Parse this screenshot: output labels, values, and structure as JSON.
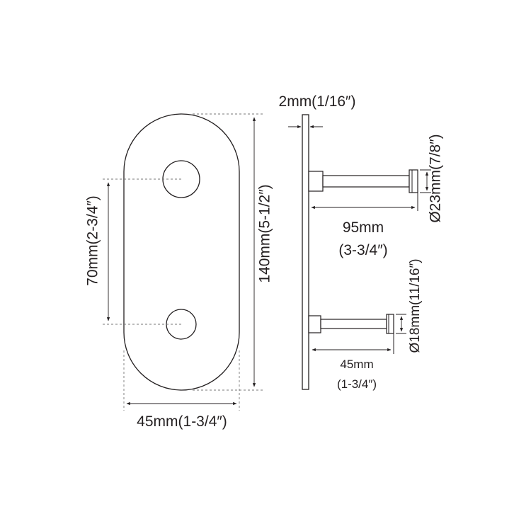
{
  "dimensions": {
    "plate_thickness": "2mm(1/16″)",
    "rod_diameter_large": "Ø23mm(7/8″)",
    "rod_length_large": "95mm",
    "rod_length_large_imperial": "(3-3/4″)",
    "plate_height": "140mm(5-1/2″)",
    "hole_spacing": "70mm(2-3/4″)",
    "rod_diameter_small": "Ø18mm(11/16″)",
    "rod_length_small": "45mm",
    "rod_length_small_imperial": "(1-3/4″)",
    "plate_width": "45mm(1-3/4″)"
  }
}
